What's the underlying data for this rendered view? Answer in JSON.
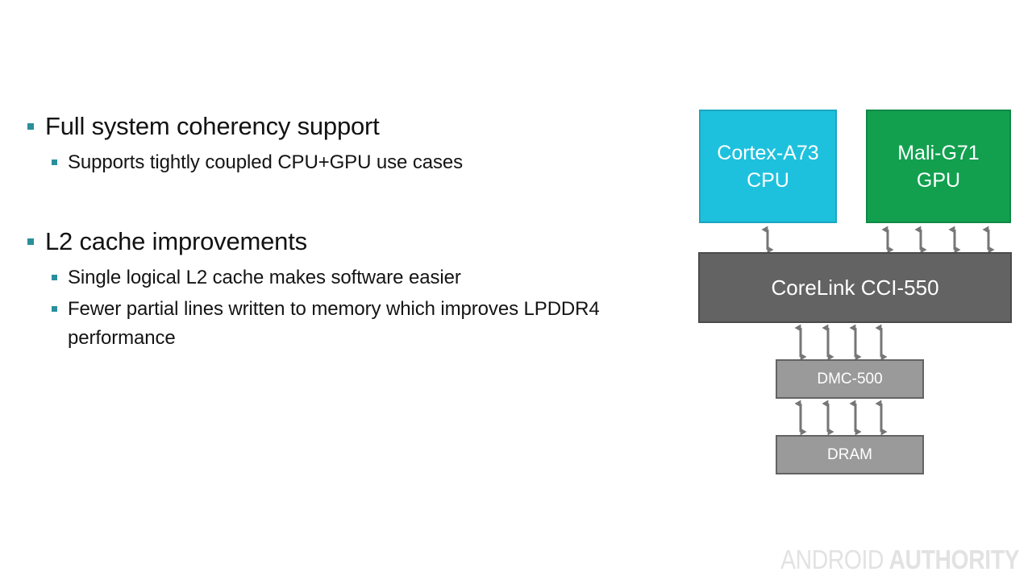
{
  "slide": {
    "background": "#ffffff",
    "accent_bullet_color": "#2a8f9b",
    "body_text_color": "#121212"
  },
  "content": {
    "groups": [
      {
        "heading": "Full system coherency support",
        "sub_items": [
          "Supports tightly coupled CPU+GPU use cases"
        ]
      },
      {
        "heading": "L2 cache improvements",
        "sub_items": [
          "Single logical L2 cache makes software easier",
          "Fewer partial lines written to memory which improves LPDDR4 performance"
        ]
      }
    ]
  },
  "diagram": {
    "nodes": {
      "cpu": {
        "line1": "Cortex-A73",
        "line2": "CPU",
        "fill": "#1ec1dd",
        "border": "#1aa7c0"
      },
      "gpu": {
        "line1": "Mali-G71",
        "line2": "GPU",
        "fill": "#12a04f",
        "border": "#0e8943"
      },
      "interconnect": {
        "label": "CoreLink CCI-550",
        "fill": "#636363",
        "border": "#4b4b4b"
      },
      "dmc": {
        "label": "DMC-500",
        "fill": "#9a9a9a",
        "border": "#636363"
      },
      "dram": {
        "label": "DRAM",
        "fill": "#9a9a9a",
        "border": "#636363"
      }
    },
    "connections": [
      {
        "from": "cpu",
        "to": "interconnect",
        "count": 1,
        "style": "double-arrow"
      },
      {
        "from": "gpu",
        "to": "interconnect",
        "count": 4,
        "style": "double-arrow"
      },
      {
        "from": "interconnect",
        "to": "dmc",
        "count": 4,
        "style": "double-arrow"
      },
      {
        "from": "dmc",
        "to": "dram",
        "count": 4,
        "style": "double-arrow"
      }
    ],
    "arrow_color": "#767676"
  },
  "watermark": {
    "part1": "ANDROID",
    "part2": "AUTHORITY",
    "color": "#e2e2e2"
  }
}
